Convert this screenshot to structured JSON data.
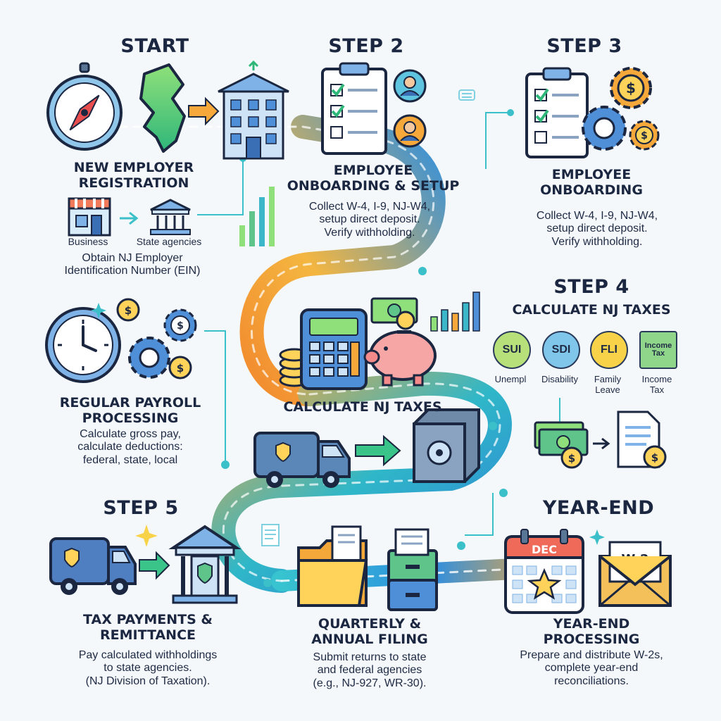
{
  "steps": {
    "start": {
      "label": "START",
      "title": "NEW EMPLOYER\nREGISTRATION",
      "sub_business": "Business",
      "sub_agencies": "State agencies",
      "desc": "Obtain NJ Employer\nIdentification Number (EIN)"
    },
    "step2": {
      "label": "STEP 2",
      "title": "EMPLOYEE\nONBOARDING & SETUP",
      "desc": "Collect W-4, I-9, NJ-W4,\nsetup direct deposit.\nVerify withholding."
    },
    "step3": {
      "label": "STEP 3",
      "title": "EMPLOYEE\nONBOARDING",
      "desc": "Collect W-4, I-9, NJ-W4,\nsetup direct deposit.\nVerify withholding."
    },
    "step4": {
      "label": "STEP 4",
      "title": "CALCULATE NJ TAXES"
    },
    "payroll": {
      "title": "REGULAR PAYROLL\nPROCESSING",
      "desc": "Calculate gross pay,\ncalculate deductions:\nfederal, state, local"
    },
    "center": {
      "title": "CALCULATE NJ TAXES"
    },
    "step5": {
      "label": "STEP 5",
      "title": "TAX PAYMENTS &\nREMITTANCE",
      "desc": "Pay calculated withholdings\nto state agencies.\n(NJ Division of Taxation)."
    },
    "filing": {
      "title": "QUARTERLY &\nANNUAL FILING",
      "desc": "Submit returns to state\nand federal agencies\n(e.g., NJ-927, WR-30)."
    },
    "yearend": {
      "label": "YEAR-END",
      "title": "YEAR-END\nPROCESSING",
      "desc": "Prepare and distribute W-2s,\ncomplete year-end\nreconciliations."
    }
  },
  "badges": [
    {
      "code": "SUI",
      "label": "Unempl",
      "color": "#b8e07a"
    },
    {
      "code": "SDI",
      "label": "Disability",
      "color": "#7fc6ea"
    },
    {
      "code": "FLI",
      "label": "Family\nLeave",
      "color": "#f8d34a"
    },
    {
      "code": "Income\nTax",
      "label": "Income\nTax",
      "color": "#8fd68a"
    }
  ],
  "icon_text": {
    "calendar_month": "DEC",
    "envelope_form": "W-2",
    "currency": "$"
  },
  "colors": {
    "path_start": "#2fc4c9",
    "path_mid": "#3a7fd8",
    "path_warm": "#f7a83a",
    "ink": "#1b2640"
  }
}
